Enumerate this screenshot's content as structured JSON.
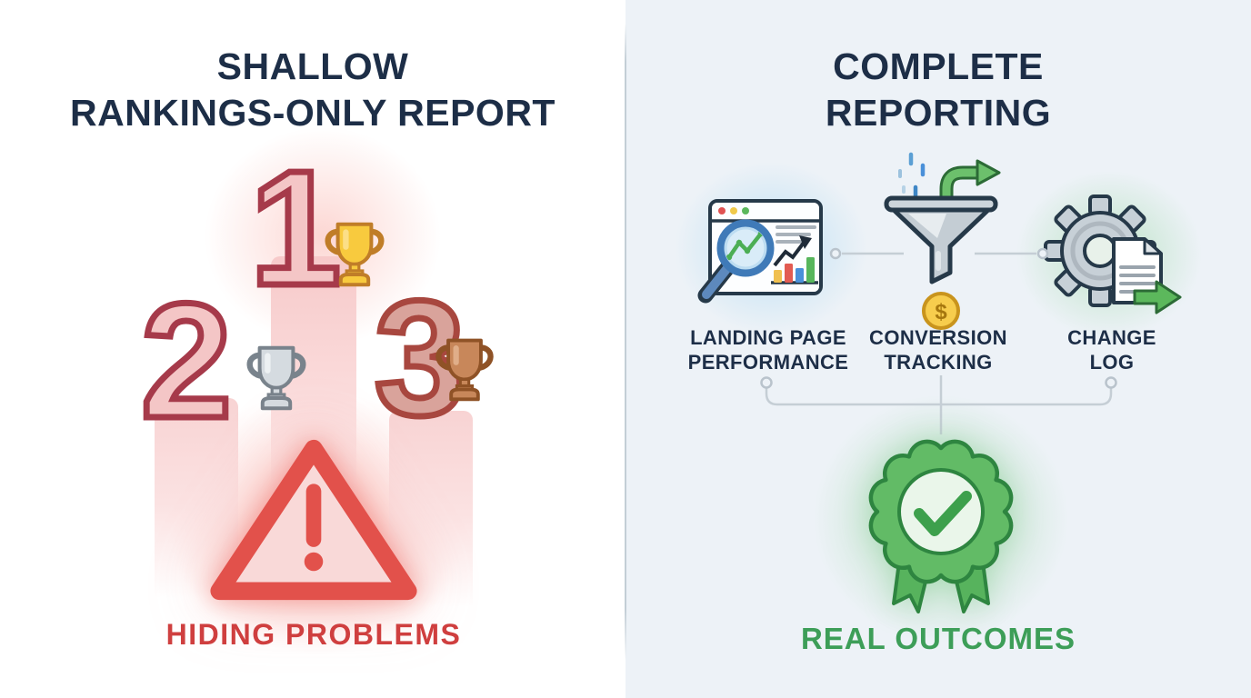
{
  "left_panel": {
    "title_line1": "SHALLOW",
    "title_line2": "RANKINGS-ONLY REPORT",
    "rank_1": "1",
    "rank_2": "2",
    "rank_3": "3",
    "caption": "HIDING PROBLEMS"
  },
  "right_panel": {
    "title_line1": "COMPLETE",
    "title_line2": "REPORTING",
    "features": [
      {
        "line1": "LANDING PAGE",
        "line2": "PERFORMANCE"
      },
      {
        "line1": "CONVERSION",
        "line2": "TRACKING"
      },
      {
        "line1": "CHANGE",
        "line2": "LOG"
      }
    ],
    "coin_symbol": "$",
    "caption": "REAL OUTCOMES"
  },
  "colors": {
    "navy": "#1d2e47",
    "alert_red": "#cf3f3f",
    "success_green": "#3d9e58",
    "left_bg": "#ffffff",
    "right_bg": "#edf2f7",
    "podium_pink": "#f7caca",
    "rank_outline": "#a63a4a",
    "gold": "#f8ca3e",
    "silver": "#d5dbe0",
    "bronze": "#c8875a",
    "icon_outline": "#263949",
    "green_fill": "#5cb85c",
    "coin_gold": "#f7cd4d",
    "connector_gray": "#c5ced5"
  }
}
